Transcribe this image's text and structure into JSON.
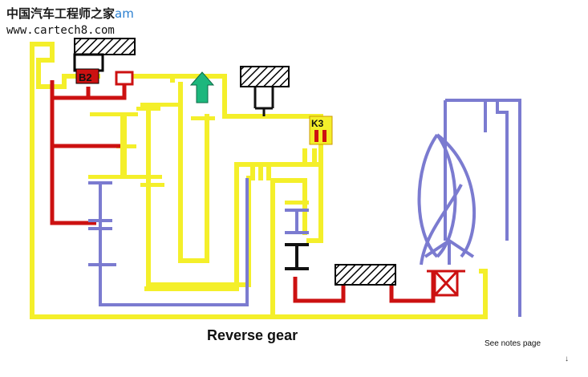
{
  "watermark": {
    "text": "中国汽车工程师之家",
    "tail": "am"
  },
  "site_url": "www.cartech8.com",
  "labels": {
    "brake": "B2",
    "clutch": "K3"
  },
  "title": "Reverse gear",
  "notes": "See notes page",
  "corner_mark": "↓",
  "colors": {
    "yellow_path": "#f4ef2a",
    "red_path": "#cc1111",
    "blue_path": "#7b7bd0",
    "black_element": "#111111",
    "ground_hatch": "#000000",
    "direction_arrow": "#1db77d"
  },
  "icons": {
    "direction_arrow": "up-arrow-icon",
    "ground": "hatched-ground-icon"
  }
}
